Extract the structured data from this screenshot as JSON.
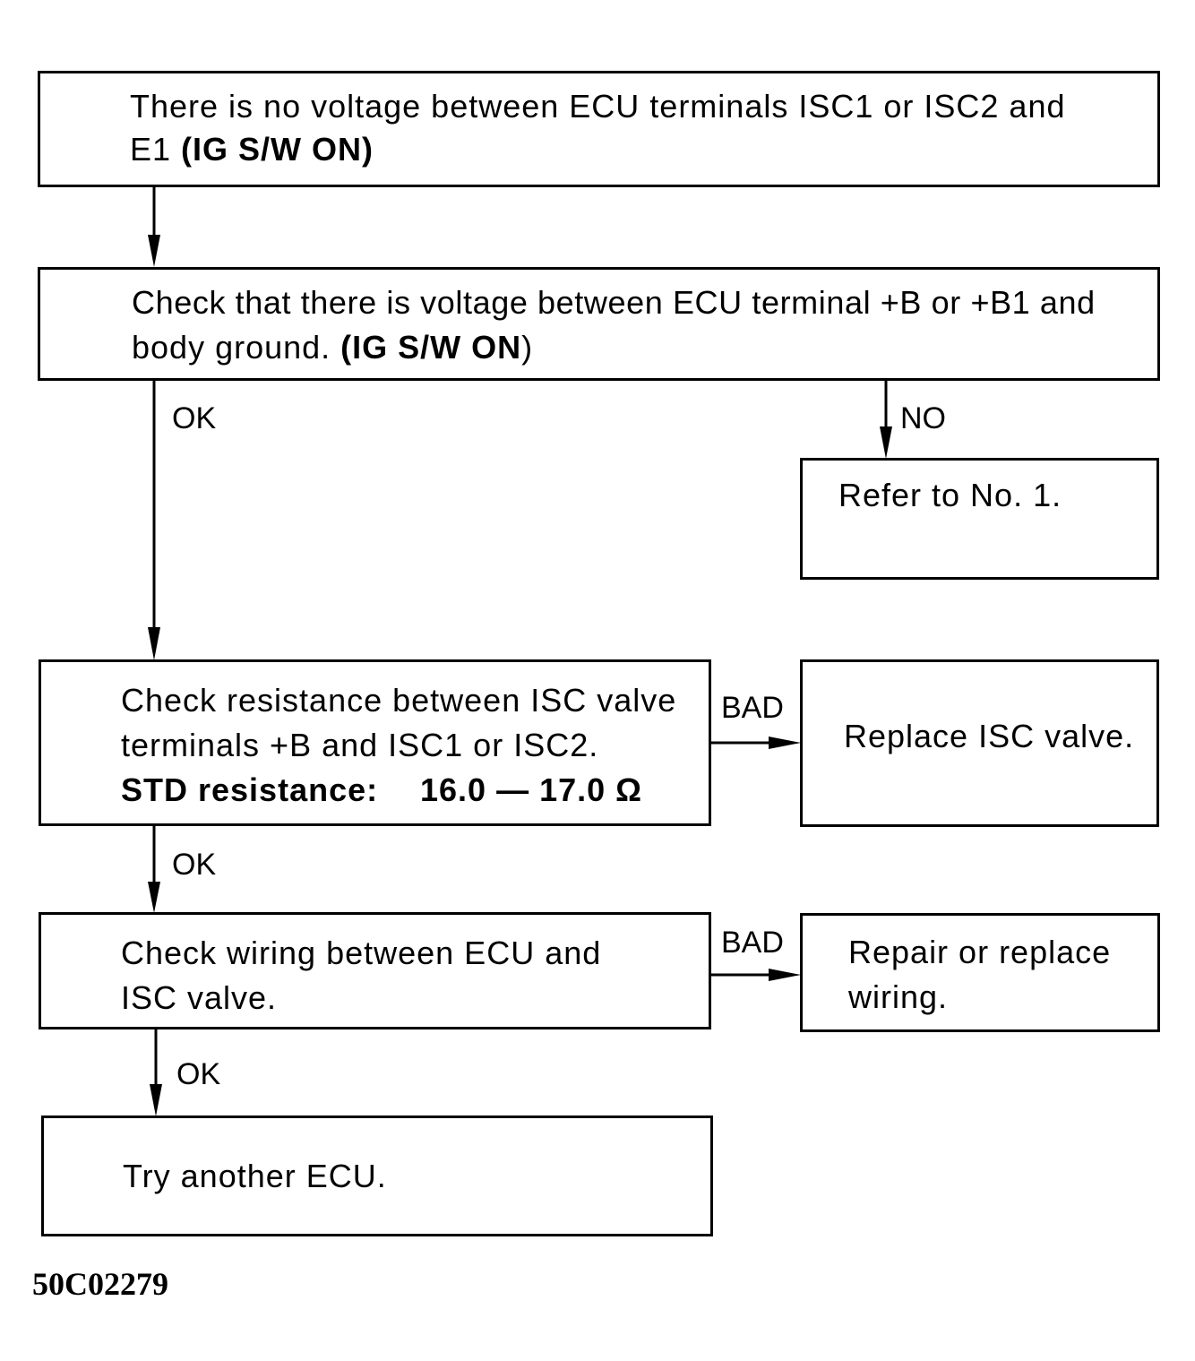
{
  "boxes": {
    "b1": {
      "line1": "There is no voltage between ECU terminals ISC1 or ISC2 and",
      "line2_plain": "E1 ",
      "line2_bold": "(IG S/W ON)"
    },
    "b2": {
      "line1": "Check that there is voltage between ECU terminal +B or +B1 and",
      "line2_plain": "body ground. ",
      "line2_bold": "(IG S/W ON",
      "line2_end": ")"
    },
    "b3": {
      "text": "Refer to No. 1."
    },
    "b4": {
      "line1": "Check resistance between ISC valve",
      "line2": "terminals +B and ISC1 or ISC2.",
      "std_label": "STD resistance:",
      "std_value": "16.0 — 17.0 Ω"
    },
    "b5": {
      "text": "Replace ISC valve."
    },
    "b6": {
      "line1": "Check wiring between ECU and",
      "line2": "ISC valve."
    },
    "b7": {
      "line1": "Repair or replace",
      "line2": "wiring."
    },
    "b8": {
      "text": "Try another ECU."
    }
  },
  "labels": {
    "ok1": "OK",
    "no": "NO",
    "bad1": "BAD",
    "ok2": "OK",
    "bad2": "BAD",
    "ok3": "OK"
  },
  "figure_code": "50C02279"
}
